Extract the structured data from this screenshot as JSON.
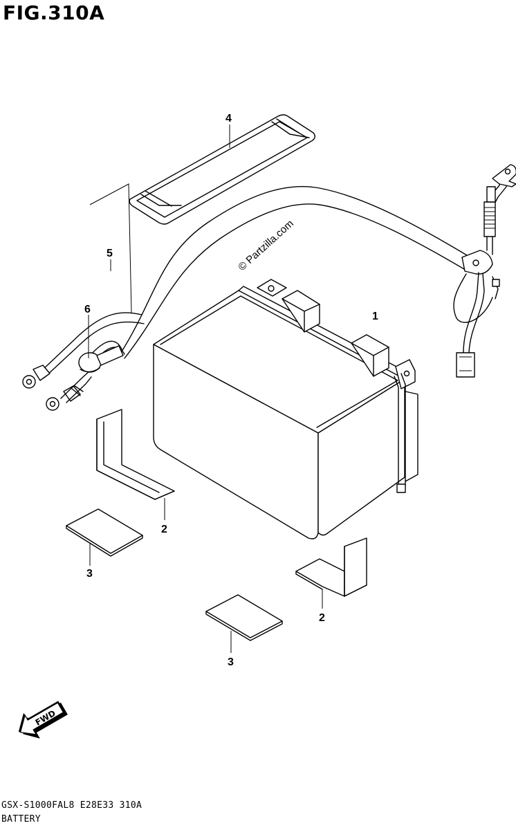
{
  "figure": {
    "title": "FIG.310A",
    "watermark": "© Partzilla.com",
    "code": "GSX-S1000FAL8 E28E33 310A",
    "name": "BATTERY",
    "fwd_label": "FWD"
  },
  "callouts": {
    "battery": "1",
    "bracket_left": "2",
    "bracket_right": "2",
    "pad_left": "3",
    "pad_right": "3",
    "strap": "4",
    "cable": "5",
    "cap": "6"
  }
}
